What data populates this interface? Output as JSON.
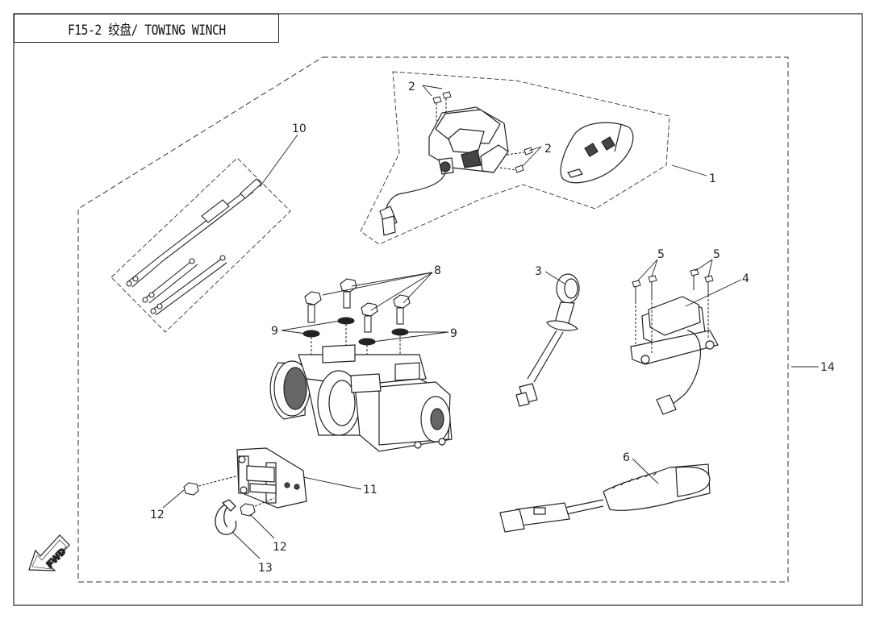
{
  "title": "F15-2 绞盘/ TOWING WINCH",
  "fwd_label": "FWD",
  "callouts": {
    "c1": "1",
    "c2a": "2",
    "c2b": "2",
    "c3": "3",
    "c4": "4",
    "c5a": "5",
    "c5b": "5",
    "c6": "6",
    "c8": "8",
    "c9a": "9",
    "c9b": "9",
    "c10": "10",
    "c11": "11",
    "c12a": "12",
    "c12b": "12",
    "c13": "13",
    "c14": "14"
  }
}
